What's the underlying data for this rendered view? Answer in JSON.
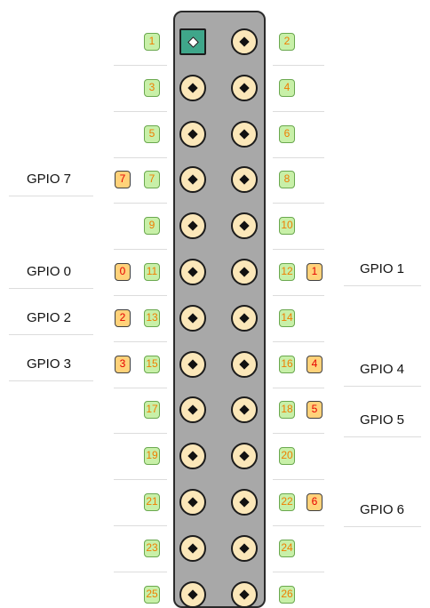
{
  "pins": [
    {
      "n": "1"
    },
    {
      "n": "2"
    },
    {
      "n": "3"
    },
    {
      "n": "4"
    },
    {
      "n": "5"
    },
    {
      "n": "6"
    },
    {
      "n": "7",
      "gpio": "7",
      "name": "GPIO 7"
    },
    {
      "n": "8"
    },
    {
      "n": "9"
    },
    {
      "n": "10"
    },
    {
      "n": "11",
      "gpio": "0",
      "name": "GPIO 0"
    },
    {
      "n": "12",
      "gpio": "1",
      "name": "GPIO 1"
    },
    {
      "n": "13",
      "gpio": "2",
      "name": "GPIO 2"
    },
    {
      "n": "14"
    },
    {
      "n": "15",
      "gpio": "3",
      "name": "GPIO 3"
    },
    {
      "n": "16",
      "gpio": "4",
      "name": "GPIO 4"
    },
    {
      "n": "17"
    },
    {
      "n": "18",
      "gpio": "5",
      "name": "GPIO 5"
    },
    {
      "n": "19"
    },
    {
      "n": "20"
    },
    {
      "n": "21"
    },
    {
      "n": "22",
      "gpio": "6",
      "name": "GPIO 6"
    },
    {
      "n": "23"
    },
    {
      "n": "24"
    },
    {
      "n": "25"
    },
    {
      "n": "26"
    }
  ],
  "colors": {
    "header": "#a8a8a8",
    "pin": "#fbe7b9",
    "pin_one": "#3fa68a",
    "number_badge": "#c8f0a8",
    "gpio_badge": "#ffd27a"
  }
}
